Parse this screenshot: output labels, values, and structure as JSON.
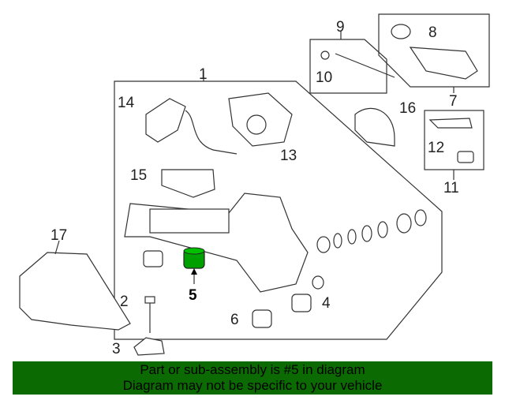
{
  "callouts": {
    "c1": "1",
    "c2": "2",
    "c3": "3",
    "c4": "4",
    "c5": "5",
    "c6": "6",
    "c7": "7",
    "c8": "8",
    "c9": "9",
    "c10": "10",
    "c11": "11",
    "c12": "12",
    "c13": "13",
    "c14": "14",
    "c15": "15",
    "c16": "16",
    "c17": "17"
  },
  "highlight": {
    "part_number": "5",
    "color": "#008000"
  },
  "banner": {
    "line1": "Part or sub-assembly is #5 in diagram",
    "line2": "Diagram may not be specific to your vehicle",
    "color": "#0b6b02"
  }
}
